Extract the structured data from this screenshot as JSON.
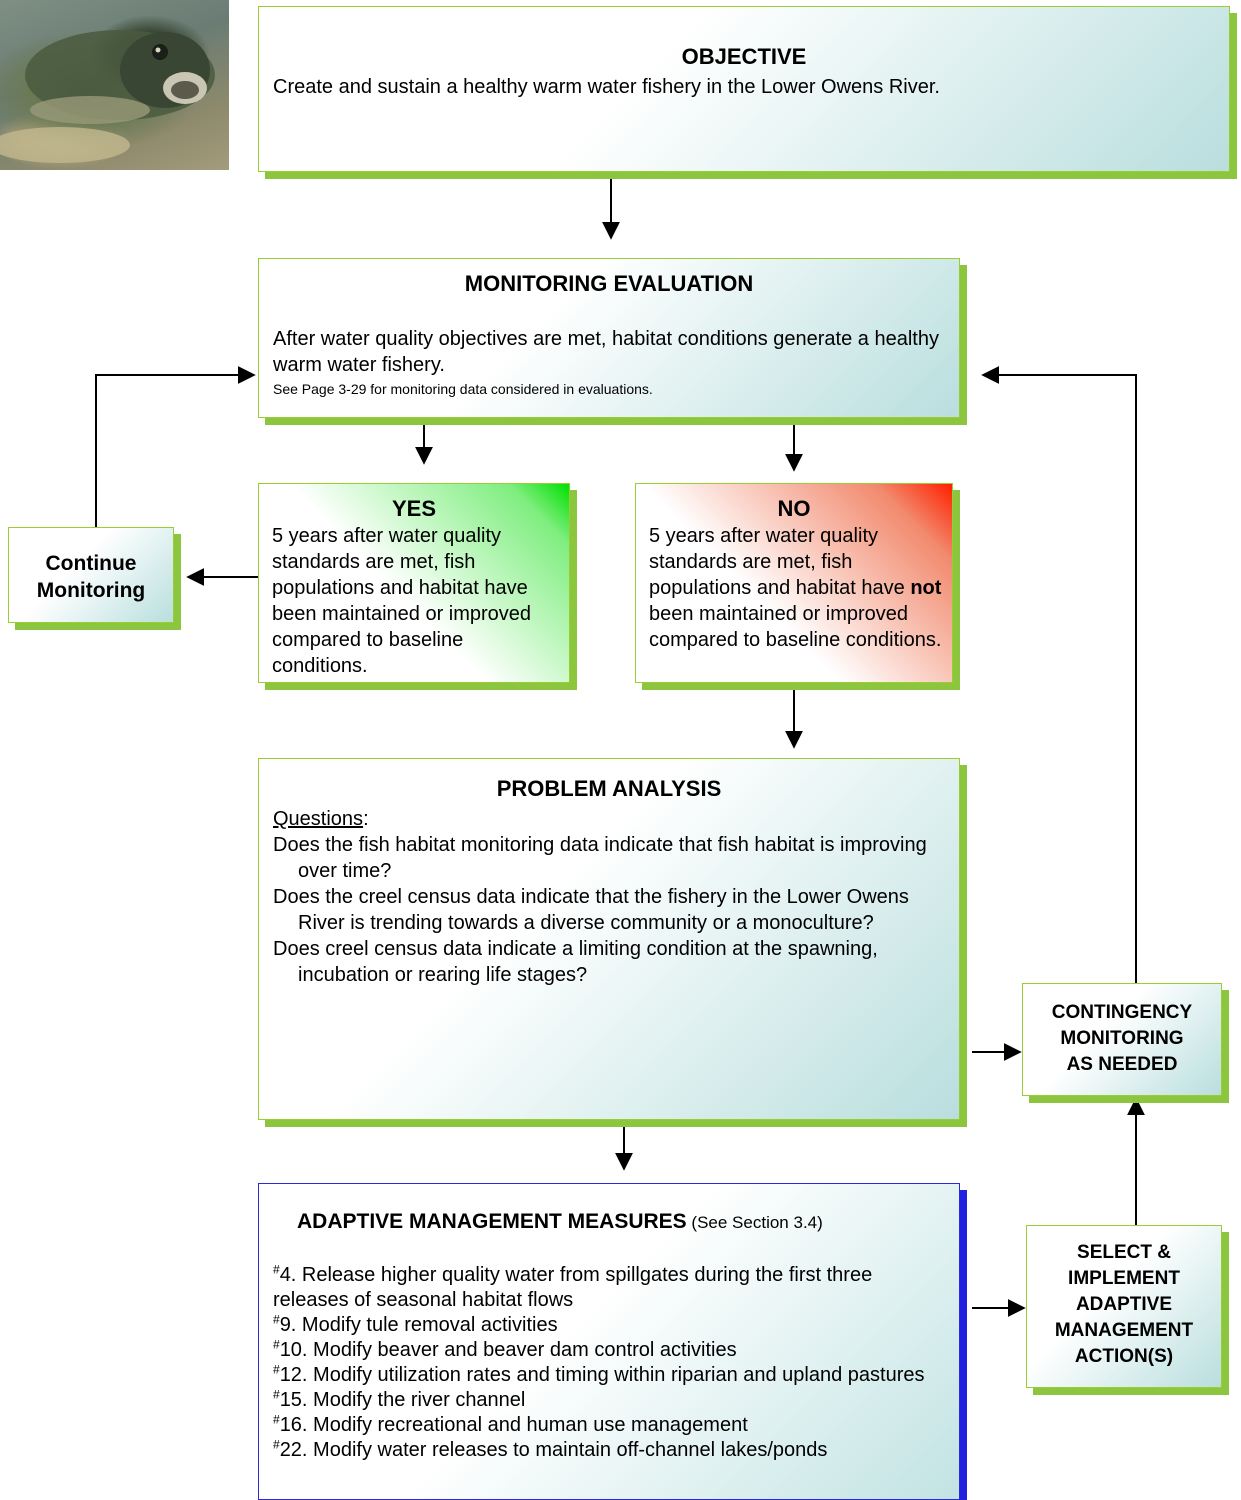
{
  "objective": {
    "title": "OBJECTIVE",
    "text": "Create and sustain a healthy warm water fishery in the Lower Owens River."
  },
  "monitoring": {
    "title": "MONITORING EVALUATION",
    "text": "After water quality objectives are met, habitat conditions generate a healthy warm water fishery.",
    "note": "See Page 3-29 for monitoring data considered in evaluations."
  },
  "yes": {
    "title": "YES",
    "text": "5 years after water quality standards are met, fish populations and habitat have been maintained or improved compared to baseline conditions."
  },
  "no": {
    "title": "NO",
    "text_before": "5 years after water quality standards are met, fish populations and habitat have ",
    "text_bold": "not",
    "text_after": " been maintained or improved compared to baseline conditions."
  },
  "continue": {
    "line1": "Continue",
    "line2": "Monitoring"
  },
  "problem": {
    "title": "PROBLEM ANALYSIS",
    "questions_label": "Questions",
    "questions_colon": ":",
    "questions": [
      "Does the fish habitat monitoring data indicate that fish habitat is improving over time?",
      "Does the creel census data indicate that the fishery in the Lower Owens River is trending towards a diverse community or a monoculture?",
      "Does creel census data indicate a limiting condition at the spawning, incubation or rearing life stages?"
    ]
  },
  "contingency": {
    "lines": [
      "CONTINGENCY",
      "MONITORING",
      "AS NEEDED"
    ]
  },
  "adaptive": {
    "title": "ADAPTIVE MANAGEMENT MEASURES",
    "title_note": " (See Section 3.4)",
    "marker": "#",
    "measures": [
      "4. Release higher quality water from spillgates during the first three releases of seasonal habitat flows",
      "9. Modify tule removal activities",
      "10. Modify beaver and beaver dam control activities",
      "12. Modify utilization rates and timing within riparian and upland pastures",
      "15. Modify the river channel",
      "16. Modify recreational and human use management",
      "22. Modify water releases to maintain off-channel lakes/ponds"
    ]
  },
  "select": {
    "lines": [
      "SELECT &",
      "IMPLEMENT",
      "ADAPTIVE",
      "MANAGEMENT",
      "ACTION(S)"
    ]
  },
  "colors": {
    "box_border": "#9acd32",
    "box_shadow": "#8cc63f",
    "adaptive_shadow": "#2020e0",
    "yes_accent": "#00e000",
    "no_accent": "#ff2000"
  }
}
